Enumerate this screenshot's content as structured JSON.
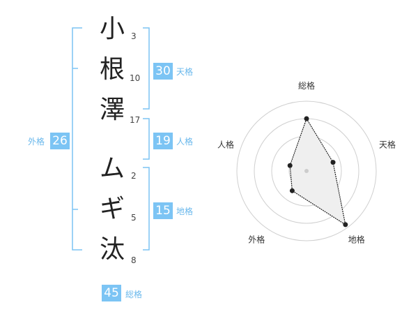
{
  "characters": [
    {
      "char": "小",
      "strokes": "3"
    },
    {
      "char": "根",
      "strokes": "10"
    },
    {
      "char": "澤",
      "strokes": "17"
    },
    {
      "char": "ム",
      "strokes": "2"
    },
    {
      "char": "ギ",
      "strokes": "5"
    },
    {
      "char": "汰",
      "strokes": "8"
    }
  ],
  "fortunes": {
    "tenkaku": {
      "label": "天格",
      "value": "30"
    },
    "jinkaku": {
      "label": "人格",
      "value": "19"
    },
    "chikaku": {
      "label": "地格",
      "value": "15"
    },
    "gaikaku": {
      "label": "外格",
      "value": "26"
    },
    "soukaku": {
      "label": "総格",
      "value": "45"
    }
  },
  "colors": {
    "accent": "#7cc4f4",
    "accent_text": "#6ab8ec",
    "bracket": "#7cc4f4"
  },
  "chart_data": {
    "type": "radar",
    "axes": [
      "総格",
      "天格",
      "地格",
      "外格",
      "人格"
    ],
    "values": [
      0.75,
      0.4,
      0.95,
      0.35,
      0.25
    ],
    "rings": 4,
    "range": [
      0,
      1
    ]
  }
}
